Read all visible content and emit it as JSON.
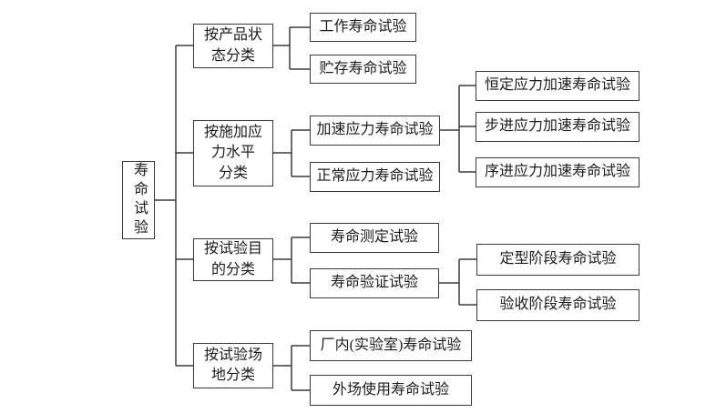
{
  "root": {
    "label": "寿命试验"
  },
  "branches": [
    {
      "category": "按产品状\n态分类",
      "children": [
        {
          "label": "工作寿命试验"
        },
        {
          "label": "贮存寿命试验"
        }
      ]
    },
    {
      "category": "按施加应\n力水平\n分类",
      "children": [
        {
          "label": "加速应力寿命试验",
          "children": [
            {
              "label": "恒定应力加速寿命试验"
            },
            {
              "label": "步进应力加速寿命试验"
            },
            {
              "label": "序进应力加速寿命试验"
            }
          ]
        },
        {
          "label": "正常应力寿命试验"
        }
      ]
    },
    {
      "category": "按试验目\n的分类",
      "children": [
        {
          "label": "寿命测定试验"
        },
        {
          "label": "寿命验证试验",
          "children": [
            {
              "label": "定型阶段寿命试验"
            },
            {
              "label": "验收阶段寿命试验"
            }
          ]
        }
      ]
    },
    {
      "category": "按试验场\n地分类",
      "children": [
        {
          "label": "厂内(实验室)寿命试验"
        },
        {
          "label": "外场使用寿命试验"
        }
      ]
    }
  ],
  "colors": {
    "line": "#3b3b3b",
    "text": "#1c1c1c",
    "background": "#ffffff"
  }
}
